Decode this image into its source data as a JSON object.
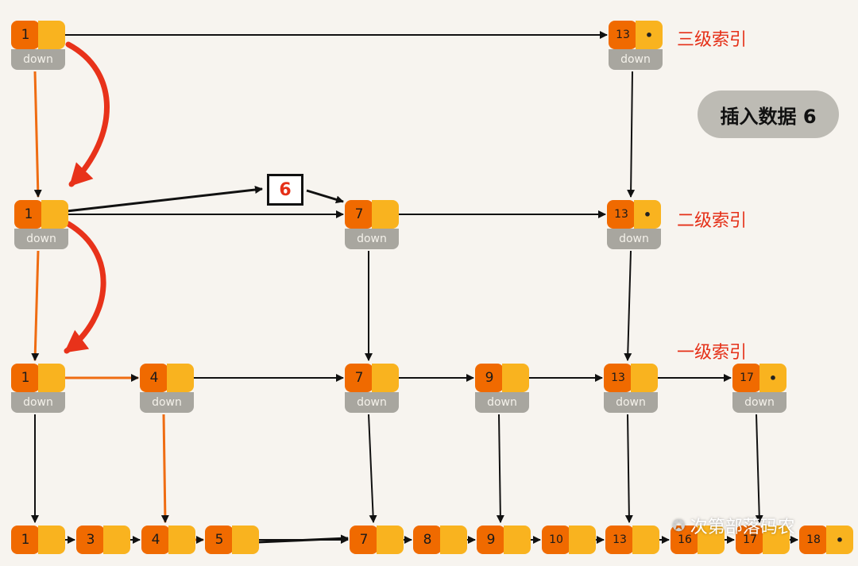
{
  "colors": {
    "value_cell": "#f06a00",
    "pointer_cell": "#f9b31f",
    "down_cell": "#a8a69f",
    "arrow": "#111111",
    "path_highlight": "#ef6c12",
    "jump_arrow": "#e8321a",
    "label": "#e53018"
  },
  "levels": {
    "level3_label": "三级索引",
    "level2_label": "二级索引",
    "level1_label": "一级索引"
  },
  "note": {
    "text": "插入数据 6"
  },
  "new_node": {
    "value": "6"
  },
  "down_text": "down",
  "end_marker": "•",
  "level3_nodes": [
    {
      "value": "1",
      "end": false
    },
    {
      "value": "13",
      "end": true
    }
  ],
  "level2_nodes": [
    {
      "value": "1",
      "end": false
    },
    {
      "value": "7",
      "end": false
    },
    {
      "value": "13",
      "end": true
    }
  ],
  "level1_nodes": [
    {
      "value": "1",
      "end": false
    },
    {
      "value": "4",
      "end": false
    },
    {
      "value": "7",
      "end": false
    },
    {
      "value": "9",
      "end": false
    },
    {
      "value": "13",
      "end": false
    },
    {
      "value": "17",
      "end": true
    }
  ],
  "base_nodes": [
    {
      "value": "1",
      "end": false
    },
    {
      "value": "3",
      "end": false
    },
    {
      "value": "4",
      "end": false
    },
    {
      "value": "5",
      "end": false
    },
    {
      "value": "7",
      "end": false
    },
    {
      "value": "8",
      "end": false
    },
    {
      "value": "9",
      "end": false
    },
    {
      "value": "10",
      "end": false
    },
    {
      "value": "13",
      "end": false
    },
    {
      "value": "16",
      "end": false
    },
    {
      "value": "17",
      "end": false
    },
    {
      "value": "18",
      "end": true
    }
  ],
  "watermark": {
    "icon": "wechat-icon",
    "text": "次第部落码农"
  }
}
